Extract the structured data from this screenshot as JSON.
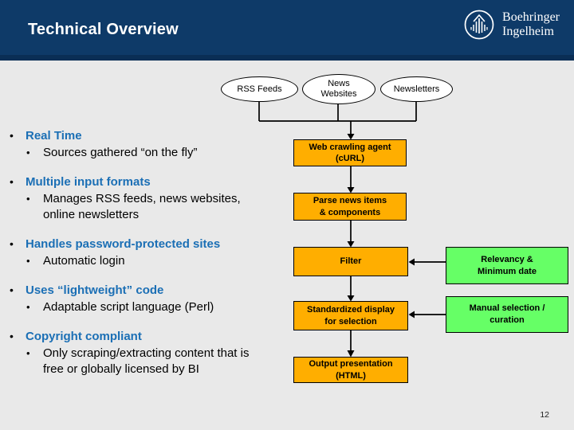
{
  "header": {
    "title": "Technical Overview",
    "logo": {
      "line1": "Boehringer",
      "line2": "Ingelheim"
    }
  },
  "bullets_meta": {
    "marker": "•"
  },
  "bullets": [
    {
      "heading": "Real Time",
      "subs": [
        "Sources gathered “on the fly”"
      ]
    },
    {
      "heading": "Multiple input formats",
      "subs": [
        "Manages RSS feeds, news websites, online newsletters"
      ]
    },
    {
      "heading": "Handles password-protected sites",
      "subs": [
        "Automatic login"
      ]
    },
    {
      "heading": "Uses “lightweight” code",
      "subs": [
        "Adaptable script language (Perl)"
      ]
    },
    {
      "heading": "Copyright compliant",
      "subs": [
        "Only scraping/extracting content that is free or globally licensed by BI"
      ]
    }
  ],
  "flow": {
    "sources": [
      {
        "lines": [
          "RSS Feeds"
        ]
      },
      {
        "lines": [
          "News",
          "Websites"
        ]
      },
      {
        "lines": [
          "Newsletters"
        ]
      }
    ],
    "steps": [
      {
        "lines": [
          "Web crawling agent",
          "(cURL)"
        ]
      },
      {
        "lines": [
          "Parse news items",
          "& components"
        ]
      },
      {
        "lines": [
          "Filter"
        ]
      },
      {
        "lines": [
          "Standardized display",
          "for selection"
        ]
      },
      {
        "lines": [
          "Output presentation",
          "(HTML)"
        ]
      }
    ],
    "side_inputs": [
      {
        "lines": [
          "Relevancy &",
          "Minimum date"
        ]
      },
      {
        "lines": [
          "Manual selection /",
          "curation"
        ]
      }
    ]
  },
  "footer": {
    "page_number": "12"
  },
  "colors": {
    "header-bg": "#0e3a68",
    "header-border": "#0a2e55",
    "body-bg": "#e9e9e9",
    "heading-blue": "#1b6fb5",
    "process-orange": "#ffae00",
    "input-green": "#66ff66",
    "text-white": "#ffffff",
    "text-black": "#000000"
  }
}
